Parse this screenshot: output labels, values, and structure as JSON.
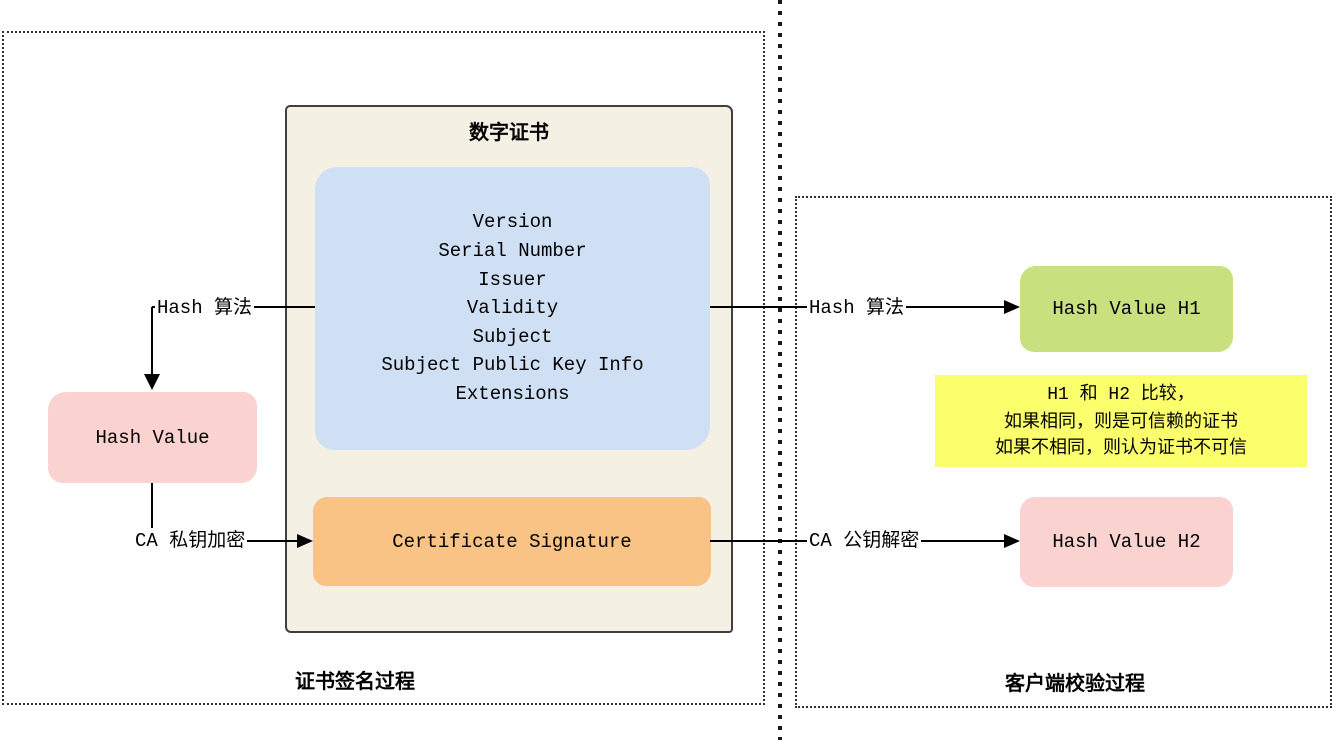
{
  "diagram": {
    "certificate": {
      "title": "数字证书",
      "fields": [
        "Version",
        "Serial Number",
        "Issuer",
        "Validity",
        "Subject",
        "Subject Public Key Info",
        "Extensions"
      ],
      "signature": "Certificate Signature"
    },
    "left_section": {
      "caption": "证书签名过程",
      "hash_algo_label": "Hash 算法",
      "ca_encrypt_label": "CA 私钥加密",
      "hash_value_box": "Hash Value"
    },
    "right_section": {
      "caption": "客户端校验过程",
      "hash_algo_label": "Hash 算法",
      "ca_decrypt_label": "CA 公钥解密",
      "hash_value_h1_box": "Hash Value H1",
      "hash_value_h2_box": "Hash Value H2",
      "compare_note": {
        "line1": "H1 和 H2 比较，",
        "line2": "如果相同，则是可信赖的证书",
        "line3": "如果不相同，则认为证书不可信"
      }
    },
    "colors": {
      "certificate_fill": "#f4f0e3",
      "certificate_border": "#3f3f3f",
      "fields_fill": "#cfe0f5",
      "signature_fill": "#f9c385",
      "hash_value_fill": "#fad2d0",
      "hash_h1_fill": "#c9e07f",
      "note_fill": "#fcff6c",
      "line_color": "#000000"
    }
  }
}
